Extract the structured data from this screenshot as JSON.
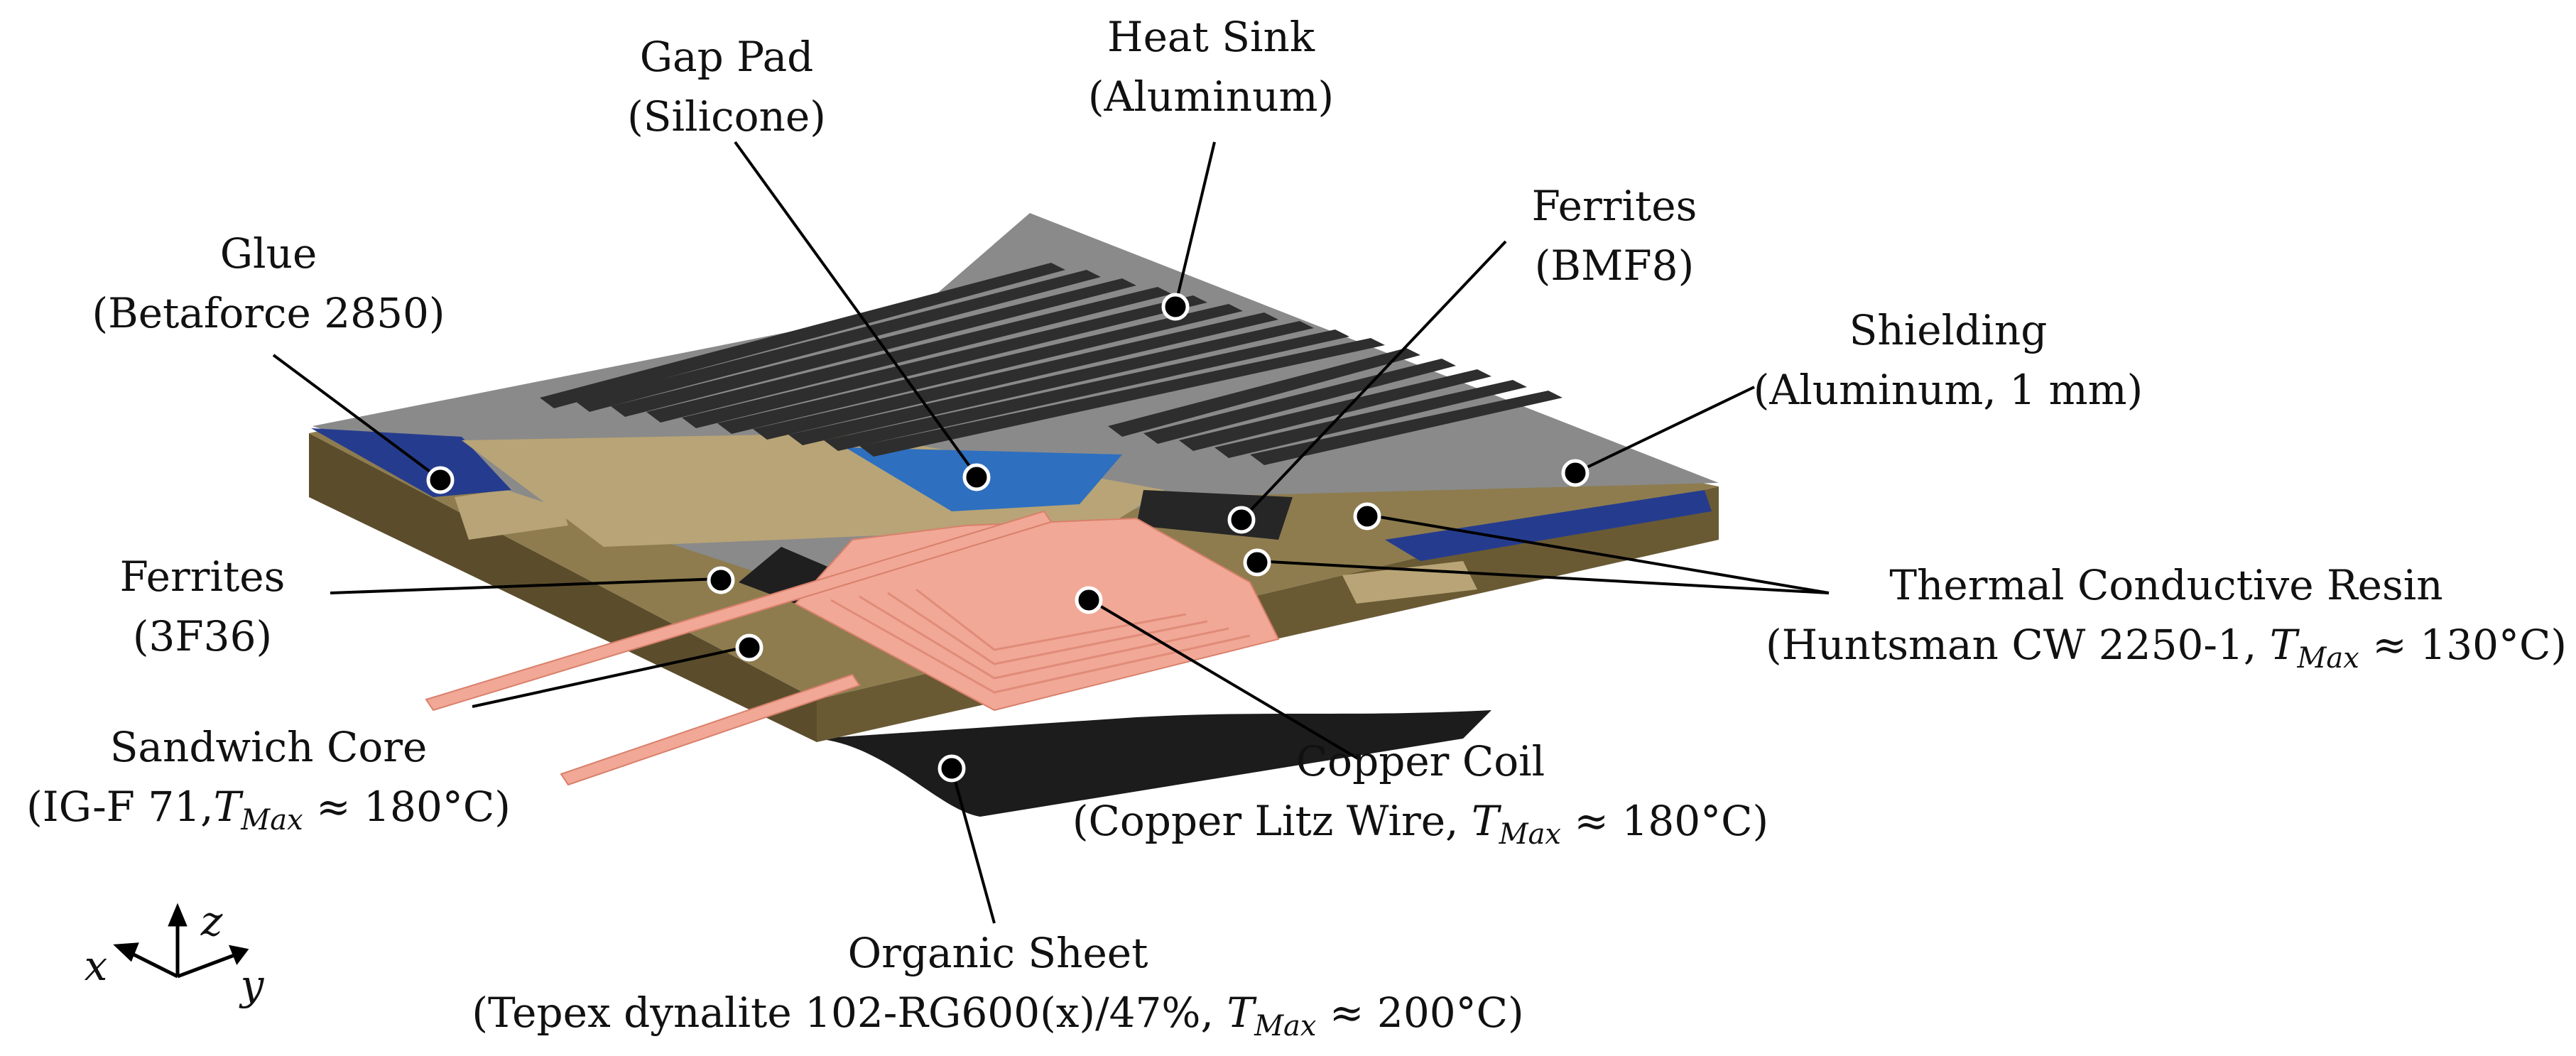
{
  "labels": {
    "heat_sink": {
      "line1": "Heat Sink",
      "line2": "(Aluminum)"
    },
    "gap_pad": {
      "line1": "Gap Pad",
      "line2": "(Silicone)"
    },
    "glue": {
      "line1": "Glue",
      "line2": "(Betaforce 2850)"
    },
    "ferrites_bmf8": {
      "line1": "Ferrites",
      "line2": "(BMF8)"
    },
    "shielding": {
      "line1": "Shielding",
      "line2": "(Aluminum, 1 mm)"
    },
    "thermal_resin": {
      "line1": "Thermal Conductive Resin",
      "line2_pre": "(Huntsman CW 2250-1, ",
      "line2_T": "T",
      "line2_sub": "Max",
      "line2_post": " ≈ 130°C)"
    },
    "ferrites_3f36": {
      "line1": "Ferrites",
      "line2": "(3F36)"
    },
    "sandwich_core": {
      "line1": "Sandwich Core",
      "line2_pre": "(IG-F 71,",
      "line2_T": "T",
      "line2_sub": "Max",
      "line2_post": " ≈ 180°C)"
    },
    "copper_coil": {
      "line1": "Copper Coil",
      "line2_pre": "(Copper Litz Wire, ",
      "line2_T": "T",
      "line2_sub": "Max",
      "line2_post": " ≈ 180°C)"
    },
    "organic_sheet": {
      "line1": "Organic Sheet",
      "line2_pre": "(Tepex dynalite 102-RG600(x)/47%, ",
      "line2_T": "T",
      "line2_sub": "Max",
      "line2_post": " ≈ 200°C)"
    }
  },
  "axes": {
    "x": "x",
    "y": "y",
    "z": "z"
  },
  "colors": {
    "heat_sink": "#8c8c8c",
    "fins": "#2e2e2e",
    "core": "#8e7c4e",
    "core_top": "#b8a476",
    "glue": "#243a8a",
    "gap_pad": "#2e6fbf",
    "copper": "#f1a896",
    "ferrite": "#1f1f1f",
    "organic_sheet": "#1a1a1a"
  }
}
